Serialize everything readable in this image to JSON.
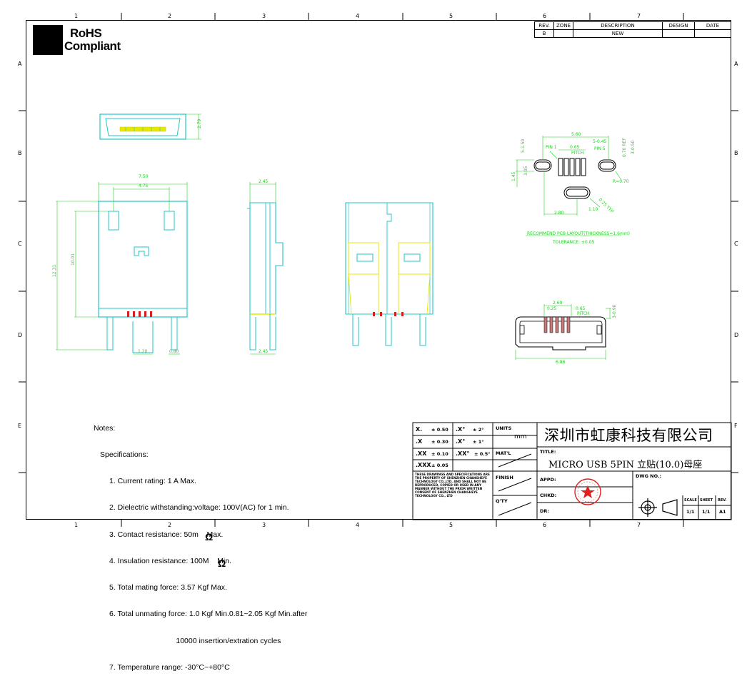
{
  "zones": {
    "columns": [
      "1",
      "2",
      "3",
      "4",
      "5",
      "6",
      "7"
    ],
    "rows": [
      "A",
      "B",
      "C",
      "D",
      "E",
      "F"
    ]
  },
  "revision_table": {
    "headers": [
      "REV.",
      "ZONE",
      "DESCRIPTION",
      "DESIGN",
      "DATE"
    ],
    "row": [
      "B",
      "",
      "NEW",
      "",
      ""
    ]
  },
  "rohs": {
    "line1": "RoHS",
    "line2": "Compliant"
  },
  "dimensions": {
    "top_view_height": "2.79",
    "front_width": "7.50",
    "front_inner_width": "4.75",
    "front_height_inner": "10.01",
    "front_height_outer": "12.31",
    "front_bottom_left": "1.20",
    "front_bottom_right": "0.80",
    "side_top": "2.45",
    "side_bottom": "2.45",
    "pcb_width": "5.60",
    "pcb_pin_w": "5-0.45",
    "pcb_pitch_val": "0.65",
    "pcb_pitch": "PITCH",
    "pcb_pin5": "PIN 5",
    "pcb_pin1": "PIN 1",
    "pcb_slot_left": "5-1.50",
    "pcb_ref": "0.70 REF",
    "pcb_right_h": "3-0.50",
    "pcb_h_left": "3.05",
    "pcb_h_small": "1.45",
    "pcb_r": "R=0.70",
    "pcb_typ": "0.25 TYP",
    "pcb_bottom_w": "2.80",
    "pcb_bottom_small": "1.10",
    "bottom_width": "2.60",
    "bottom_a": "0.25",
    "bottom_b": "0.65",
    "bottom_pitch": "PITCH",
    "bottom_h": "3-0.90",
    "bottom_total": "6.86"
  },
  "pcb_layout": {
    "title": "RECOMMEND PCB LAYOUT(THICKNESS=1.6mm)",
    "tolerance": "TOLERANCE: ±0.05"
  },
  "notes": {
    "heading": "Notes:",
    "sub": "Specifications:",
    "items": [
      "1. Current rating: 1 A Max.",
      "2. Dielectric withstanding:voltage: 100V(AC) for 1 min.",
      "3. Contact resistance: 50m    Max.",
      "4. Insulation resistance: 100M    Min.",
      "5. Total mating force: 3.57 Kgf Max.",
      "6. Total unmating force: 1.0 Kgf Min.0.81~2.05 Kgf Min.after",
      "                                10000 insertion/extration cycles",
      "7. Temperature range: -30°C~+80°C"
    ],
    "ohm": "Ω"
  },
  "tolerance_table": [
    [
      "X.",
      "± 0.50",
      ".X°",
      "± 2°"
    ],
    [
      ".X",
      "± 0.30",
      ".X°",
      "± 1°"
    ],
    [
      ".XX",
      "± 0.10",
      ".XX°",
      "± 0.5°"
    ],
    [
      ".XXX",
      "± 0.05",
      "",
      ""
    ]
  ],
  "title_block": {
    "units_label": "UNITS",
    "units_value": "mm",
    "company": "深圳市虹康科技有限公司",
    "matl": "MAT'L",
    "title_label": "TITLE:",
    "title_value": "MICRO USB 5PIN  立贴(10.0)母座",
    "finish": "FINISH",
    "qty": "Q'TY",
    "appd": "APPD:",
    "chkd": "CHKD:",
    "dr": "DR:",
    "dwg_no": "DWG NO.:",
    "scale_label": "SCALE",
    "scale_value": "1/1",
    "sheet_label": "SHEET",
    "sheet_value": "1/1",
    "rev_label": "REV.",
    "rev_value": "A1",
    "proprietary": "THESE DRAWINGS AND SPECIFICATIONS ARE THE PROPERTY OF SHENZHEN CHANGHEYE TECHNOLOGY CO.,LTD. AND SHALL NOT BE REPRODUCED, COPIED OR USED IN ANY MANNER WITHOUT THE PRIOR WRITTEN CONSENT OF SHENZHEN CHANGHEYE TECHNOLOGY CO., LTD"
  },
  "colors": {
    "cyan": "#21c7c7",
    "green": "#1fd11f",
    "yellow": "#e8e800",
    "red": "#d42020",
    "stamp": "#e0201c"
  }
}
